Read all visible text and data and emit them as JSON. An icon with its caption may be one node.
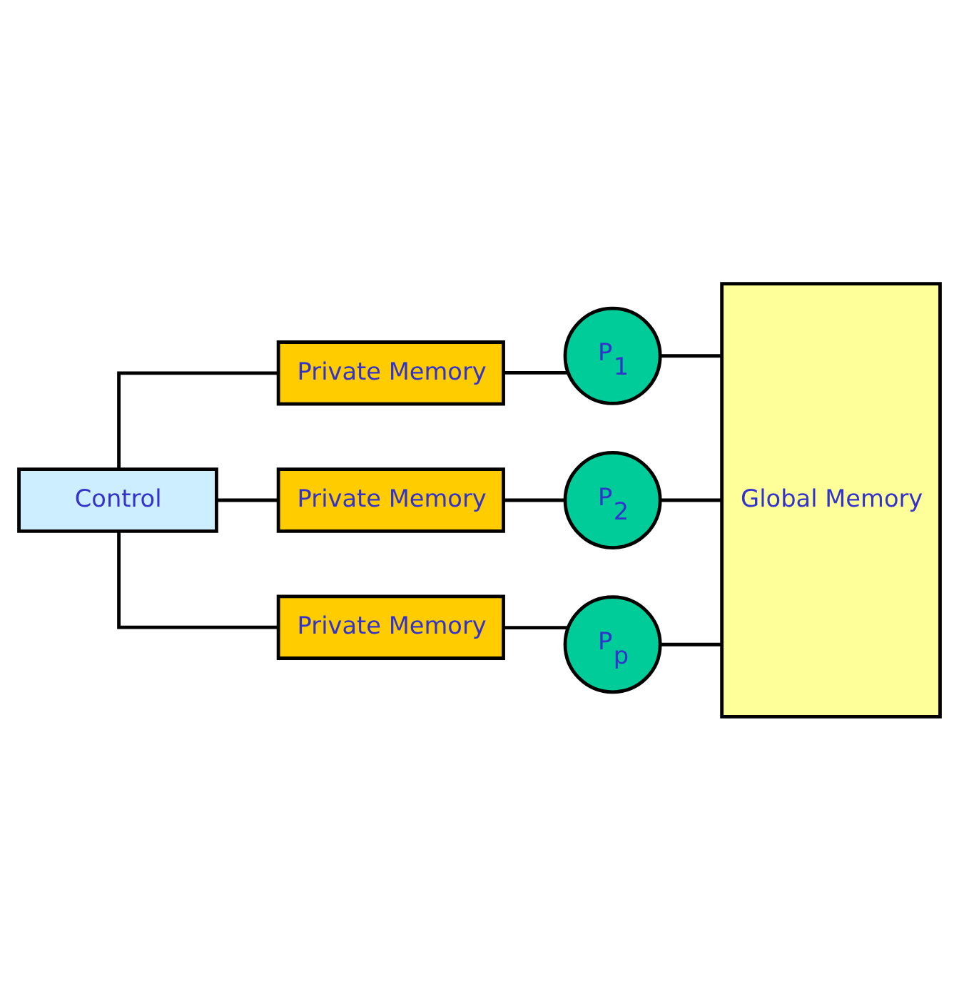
{
  "diagram": {
    "nodes": [
      {
        "text": [
          "Control"
        ]
      },
      {
        "text": [
          "Private Memory"
        ]
      },
      {
        "text": [
          "P$_{1}$"
        ]
      },
      {
        "text": [
          "Private Memory"
        ]
      },
      {
        "text": [
          "P$_{2}$"
        ]
      },
      {
        "text": [
          "Private Memory"
        ]
      },
      {
        "text": [
          "P$_{p}$"
        ]
      },
      {
        "text": [
          "Global Memory"
        ]
      }
    ],
    "edges": [
      {
        "from": 0,
        "to": 1,
        "arrow": "none"
      },
      {
        "from": 0,
        "to": 3,
        "arrow": "none"
      },
      {
        "from": 0,
        "to": 5,
        "arrow": "none"
      },
      {
        "from": 1,
        "to": 2,
        "arrow": "none"
      },
      {
        "from": 3,
        "to": 4,
        "arrow": "none"
      },
      {
        "from": 5,
        "to": 6,
        "arrow": "none"
      },
      {
        "from": 2,
        "to": 7,
        "arrow": "none"
      },
      {
        "from": 4,
        "to": 7,
        "arrow": "none"
      },
      {
        "from": 6,
        "to": 7,
        "arrow": "none"
      }
    ]
  }
}
